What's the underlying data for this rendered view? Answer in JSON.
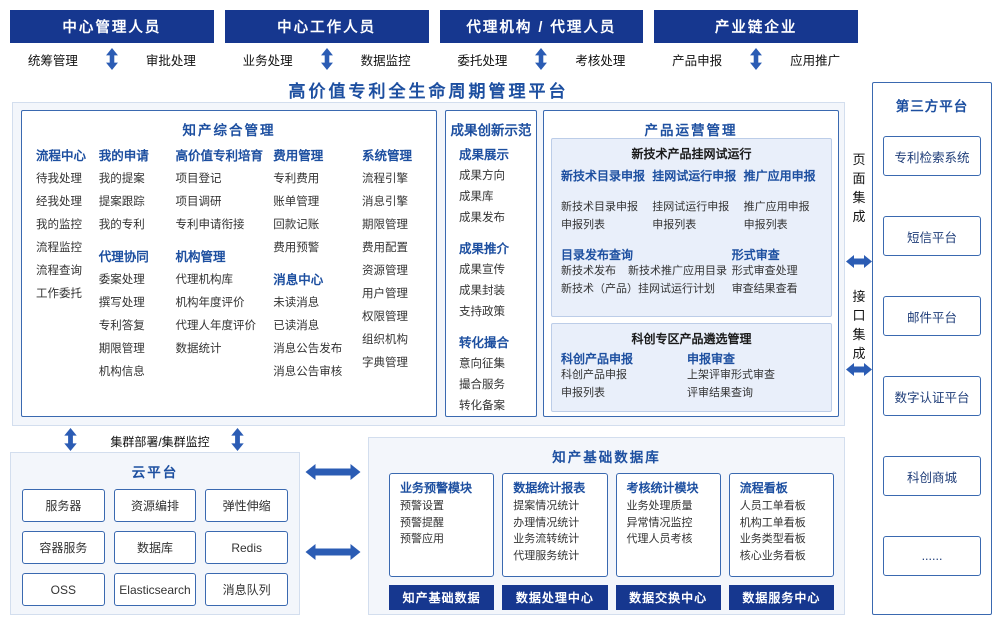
{
  "platform_title": "高价值专利全生命周期管理平台",
  "colors": {
    "header_bg": "#16378f",
    "accent": "#1d4fa0",
    "border": "#3a69b0",
    "panel_bg": "#f3f6fb",
    "arrow": "#2b5cb4"
  },
  "roles": [
    {
      "title": "中心管理人员",
      "left": "统筹管理",
      "right": "审批处理"
    },
    {
      "title": "中心工作人员",
      "left": "业务处理",
      "right": "数据监控"
    },
    {
      "title": "代理机构 / 代理人员",
      "left": "委托处理",
      "right": "考核处理"
    },
    {
      "title": "产业链企业",
      "left": "产品申报",
      "right": "应用推广"
    }
  ],
  "ip_mgmt": {
    "title": "知产综合管理",
    "columns": [
      {
        "groups": [
          {
            "title": "流程中心",
            "items": [
              "待我处理",
              "经我处理",
              "我的监控",
              "流程监控",
              "流程查询",
              "工作委托"
            ]
          }
        ]
      },
      {
        "groups": [
          {
            "title": "我的申请",
            "items": [
              "我的提案",
              "提案跟踪",
              "我的专利"
            ]
          },
          {
            "title": "代理协同",
            "items": [
              "委案处理",
              "撰写处理",
              "专利答复",
              "期限管理",
              "机构信息"
            ]
          }
        ]
      },
      {
        "groups": [
          {
            "title": "高价值专利培育",
            "items": [
              "项目登记",
              "项目调研",
              "专利申请衔接"
            ]
          },
          {
            "title": "机构管理",
            "items": [
              "代理机构库",
              "机构年度评价",
              "代理人年度评价",
              "数据统计"
            ]
          }
        ]
      },
      {
        "groups": [
          {
            "title": "费用管理",
            "items": [
              "专利费用",
              "账单管理",
              "回款记账",
              "费用预警"
            ]
          },
          {
            "title": "消息中心",
            "items": [
              "未读消息",
              "已读消息",
              "消息公告发布",
              "消息公告审核"
            ]
          }
        ]
      },
      {
        "groups": [
          {
            "title": "系统管理",
            "items": [
              "流程引擎",
              "消息引擎",
              "期限管理",
              "费用配置",
              "资源管理",
              "用户管理",
              "权限管理",
              "组织机构",
              "字典管理"
            ]
          }
        ]
      }
    ]
  },
  "achievement": {
    "title": "成果创新示范",
    "groups": [
      {
        "title": "成果展示",
        "items": [
          "成果方向",
          "成果库",
          "成果发布"
        ]
      },
      {
        "title": "成果推介",
        "items": [
          "成果宣传",
          "成果封装",
          "支持政策"
        ]
      },
      {
        "title": "转化撮合",
        "items": [
          "意向征集",
          "撮合服务",
          "转化备案"
        ]
      }
    ]
  },
  "product_ops": {
    "title": "产品运营管理",
    "trial": {
      "title": "新技术产品挂网试运行",
      "row1": [
        {
          "title": "新技术目录申报",
          "items": [
            "新技术目录申报",
            "申报列表"
          ]
        },
        {
          "title": "挂网试运行申报",
          "items": [
            "挂网试运行申报",
            "申报列表"
          ]
        },
        {
          "title": "推广应用申报",
          "items": [
            "推广应用申报",
            "申报列表"
          ]
        }
      ],
      "row2": [
        {
          "title": "目录发布查询",
          "items": [
            "新技术发布",
            "新技术推广应用目录",
            "新技术（产品）挂网试运行计划"
          ]
        },
        {
          "title": "形式审查",
          "items": [
            "形式审查处理",
            "审查结果查看"
          ]
        }
      ]
    },
    "selection": {
      "title": "科创专区产品遴选管理",
      "groups": [
        {
          "title": "科创产品申报",
          "items": [
            "科创产品申报",
            "申报列表"
          ]
        },
        {
          "title": "申报审查",
          "items": [
            "上架评审形式审查",
            "评审结果查询"
          ]
        }
      ]
    }
  },
  "connectors": {
    "cluster": "集群部署/集群监控",
    "page_integration": "页面集成",
    "api_integration": "接口集成"
  },
  "cloud": {
    "title": "云平台",
    "cells": [
      "服务器",
      "资源编排",
      "弹性伸缩",
      "容器服务",
      "数据库",
      "Redis",
      "OSS",
      "Elasticsearch",
      "消息队列"
    ]
  },
  "ip_db": {
    "title": "知产基础数据库",
    "modules": [
      {
        "title": "业务预警模块",
        "items": [
          "预警设置",
          "预警提醒",
          "预警应用"
        ]
      },
      {
        "title": "数据统计报表",
        "items": [
          "提案情况统计",
          "办理情况统计",
          "业务流转统计",
          "代理服务统计"
        ]
      },
      {
        "title": "考核统计模块",
        "items": [
          "业务处理质量",
          "异常情况监控",
          "代理人员考核"
        ]
      },
      {
        "title": "流程看板",
        "items": [
          "人员工单看板",
          "机构工单看板",
          "业务类型看板",
          "核心业务看板"
        ]
      }
    ],
    "centers": [
      "知产基础数据",
      "数据处理中心",
      "数据交换中心",
      "数据服务中心"
    ]
  },
  "third_party": {
    "title": "第三方平台",
    "items": [
      "专利检索系统",
      "短信平台",
      "邮件平台",
      "数字认证平台",
      "科创商城",
      "......"
    ]
  }
}
